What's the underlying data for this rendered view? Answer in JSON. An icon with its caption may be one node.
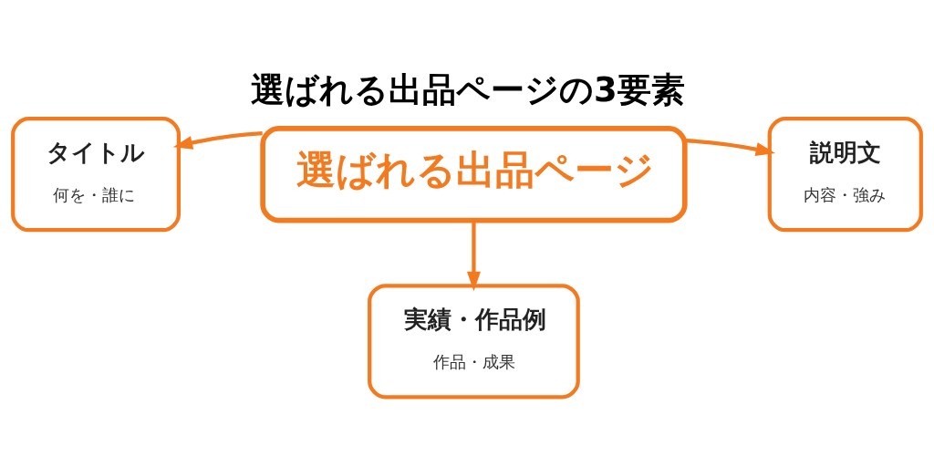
{
  "diagram": {
    "title": "選ばれる出品ページの3要素",
    "nodes": [
      {
        "text": [
          "選ばれる出品ページ"
        ]
      },
      {
        "text": [
          "タイトル",
          "何を・誰に"
        ]
      },
      {
        "text": [
          "説明文",
          "内容・強み"
        ]
      },
      {
        "text": [
          "実績・作品例",
          "作品・成果"
        ]
      }
    ],
    "edges": [
      {
        "from": 0,
        "to": 1,
        "arrow": "to"
      },
      {
        "from": 0,
        "to": 2,
        "arrow": "to"
      },
      {
        "from": 0,
        "to": 3,
        "arrow": "to"
      }
    ]
  }
}
